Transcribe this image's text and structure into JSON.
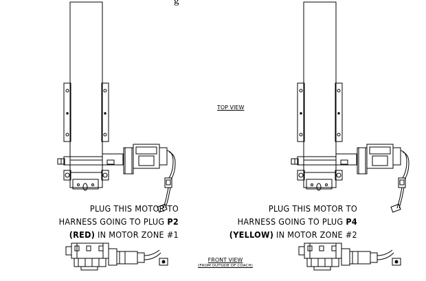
{
  "top_fragment": "g",
  "top_view_label": "TOP VIEW",
  "front_view": {
    "label": "FRONT VIEW",
    "sublabel": "(FROM OUTSIDE OF COACH)"
  },
  "left_callout": {
    "line1": "PLUG THIS MOTOR TO",
    "line2_prefix": "HARNESS GOING TO PLUG ",
    "plug": "P2",
    "color": "(RED)",
    "line3_suffix": " IN MOTOR ZONE #1"
  },
  "right_callout": {
    "line1": "PLUG THIS MOTOR TO",
    "line2_prefix": "HARNESS GOING TO PLUG ",
    "plug": "P4",
    "color": "(YELLOW)",
    "line3_suffix": " IN MOTOR ZONE #2"
  }
}
